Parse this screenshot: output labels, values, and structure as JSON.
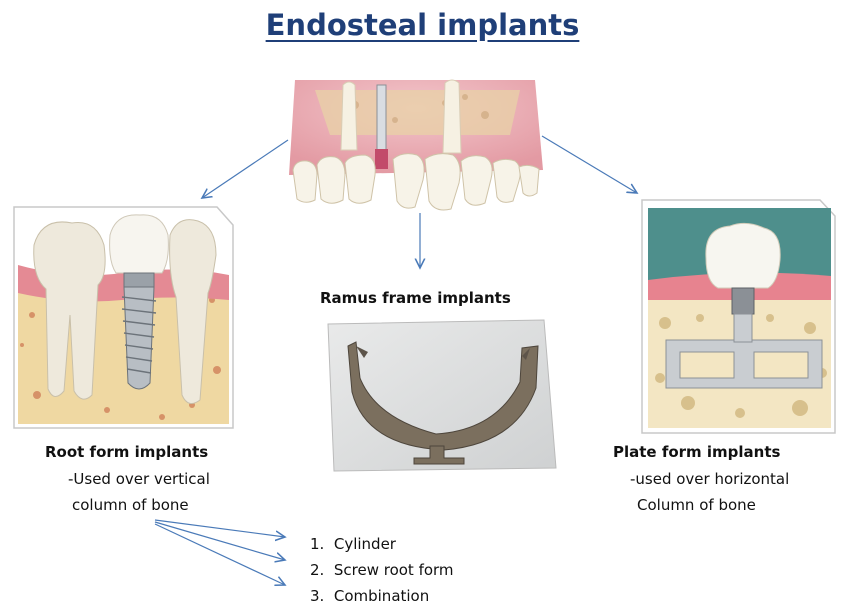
{
  "title": "Endosteal implants",
  "root": {
    "label": "Root form implants",
    "desc_line1": "-Used over vertical",
    "desc_line2": "column of bone"
  },
  "ramus": {
    "label": "Ramus frame implants"
  },
  "plate": {
    "label": "Plate form implants",
    "desc_line1": "-used over horizontal",
    "desc_line2": "Column of bone"
  },
  "root_types": [
    {
      "num": "1.",
      "label": "Cylinder"
    },
    {
      "num": "2.",
      "label": "Screw root form"
    },
    {
      "num": "3.",
      "label": "Combination"
    }
  ],
  "colors": {
    "title": "#1f3f78",
    "arrow": "#4a7ab8",
    "gum": "#e4a0a8",
    "bone": "#f0dcb0",
    "tooth": "#f4efe2",
    "teal": "#4e8f8c"
  }
}
